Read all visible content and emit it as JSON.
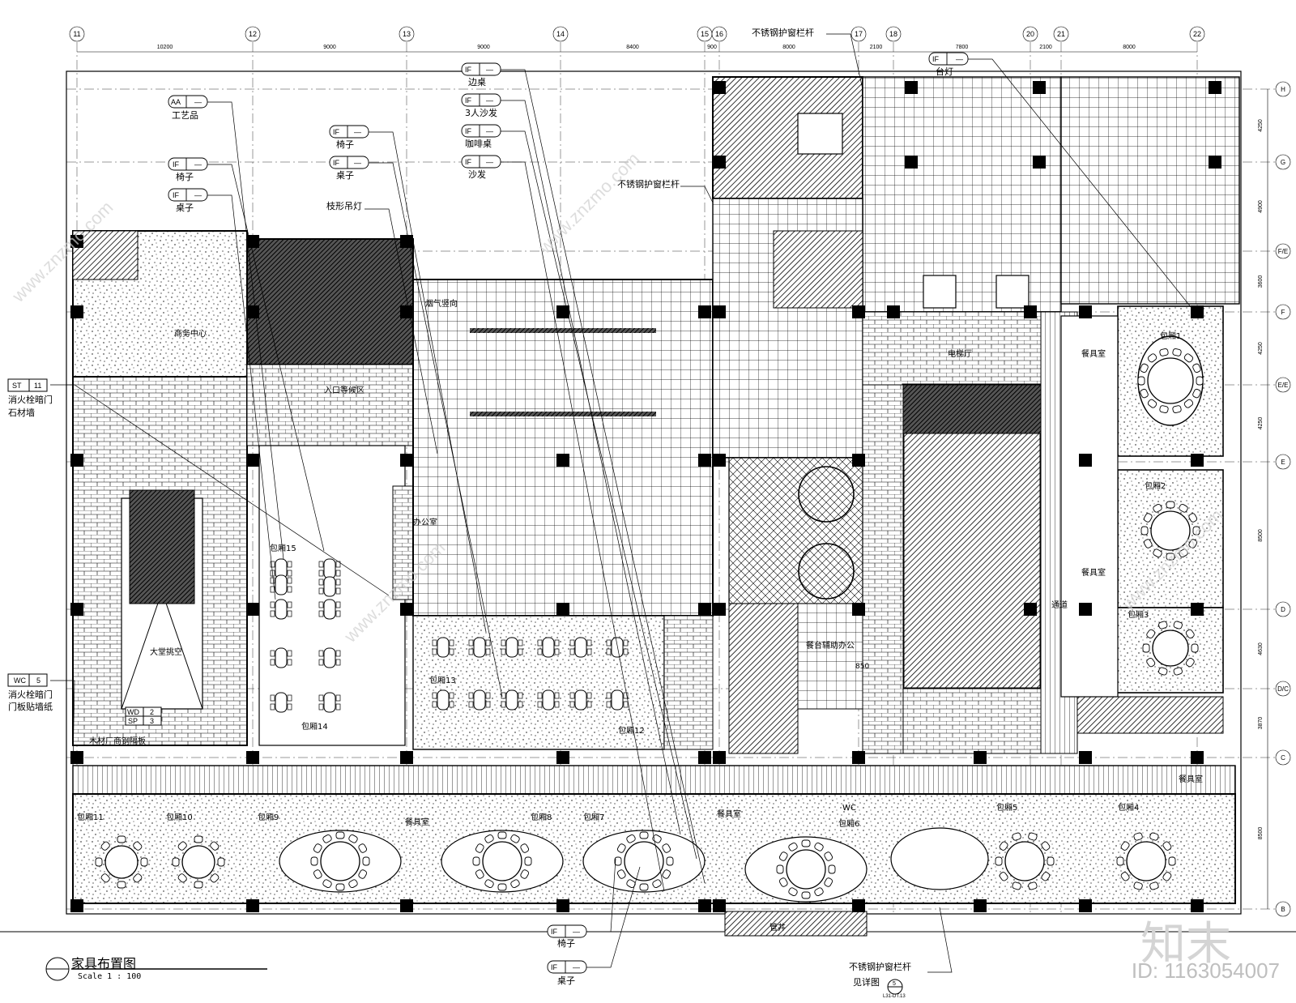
{
  "grid": {
    "columns": [
      "11",
      "12",
      "13",
      "14",
      "15",
      "16",
      "17",
      "18",
      "20",
      "21",
      "22"
    ],
    "dimensions": [
      "10200",
      "9000",
      "9000",
      "8400",
      "900",
      "8000",
      "2100",
      "7800",
      "2100",
      "8000"
    ],
    "rows": [
      "H",
      "G",
      "F/E",
      "F",
      "E/E",
      "E",
      "D",
      "D/C",
      "C",
      "B"
    ],
    "row_dims": [
      "4250",
      "4900",
      "3600",
      "4250",
      "4250",
      "8500",
      "4630",
      "3870",
      "8500"
    ]
  },
  "annotations": {
    "aa_gongyipin": {
      "code": "AA",
      "num": "—",
      "label": "工艺品"
    },
    "if_yizi_left": {
      "code": "IF",
      "num": "—",
      "label": "椅子"
    },
    "if_zhuozi_left": {
      "code": "IF",
      "num": "—",
      "label": "桌子"
    },
    "if_yizi_mid": {
      "code": "IF",
      "num": "—",
      "label": "椅子"
    },
    "if_zhuozi_mid": {
      "code": "IF",
      "num": "—",
      "label": "桌子"
    },
    "zhixing_diaodeng": {
      "label": "枝形吊灯"
    },
    "if_bianzhuo": {
      "code": "IF",
      "num": "—",
      "label": "边桌"
    },
    "if_sanren_shafa": {
      "code": "IF",
      "num": "—",
      "label": "3人沙发"
    },
    "if_kafeizhuo": {
      "code": "IF",
      "num": "—",
      "label": "咖啡桌"
    },
    "if_shafa": {
      "code": "IF",
      "num": "—",
      "label": "沙发"
    },
    "buxiugang_top": {
      "label": "不锈钢护窗栏杆"
    },
    "buxiugang_mid": {
      "label": "不锈钢护窗栏杆"
    },
    "if_taideng": {
      "code": "IF",
      "num": "—",
      "label": "台灯"
    },
    "st_xiaohuoshuan": {
      "code": "ST",
      "num": "11",
      "line1": "消火栓暗门",
      "line2": "石材墙"
    },
    "wc_xiaohuoshuan": {
      "code": "WC",
      "num": "5",
      "line1": "消火栓暗门",
      "line2": "门板贴墙纸"
    },
    "if_yizi_bottom": {
      "code": "IF",
      "num": "—",
      "label": "椅子"
    },
    "if_zhuozi_bottom": {
      "code": "IF",
      "num": "—",
      "label": "桌子"
    },
    "buxiugang_bottom": {
      "line1": "不锈钢护窗栏杆",
      "line2": "见详图",
      "detail_num": "5",
      "detail_sheet": "L31-DT.13"
    }
  },
  "rooms": {
    "shangwu": "商务中心",
    "rukou": "入口等候区",
    "bangongshi": "办公室",
    "datang": "大堂挑空",
    "baoxiang15": "包厢15",
    "baoxiang14": "包厢14",
    "baoxiang13": "包厢13",
    "baoxiang12": "包厢12",
    "baoxiang11": "包厢11",
    "baoxiang10": "包厢10",
    "baoxiang9": "包厢9",
    "baoxiang8": "包厢8",
    "baoxiang7": "包厢7",
    "baoxiang6": "包厢6",
    "baoxiang5": "包厢5",
    "baoxiang4": "包厢4",
    "baoxiang3": "包厢3",
    "baoxiang2": "包厢2",
    "baoxiang1": "包厢1",
    "canjushi": "餐具室",
    "diantiting": "电梯厅",
    "tongdao": "通道",
    "wc": "WC",
    "huiyi": "餐台辅助办公",
    "yanjing": "烟气竖向",
    "mucai": "木材厂商钢隔板",
    "guanjing": "管井"
  },
  "tags_wd": {
    "wd": "WD",
    "wd_num": "2",
    "sp": "SP",
    "sp_num": "3"
  },
  "elev": "850",
  "title": {
    "name": "家具布置图",
    "scale": "Scale 1 : 100"
  },
  "id_text": "ID: 1163054007",
  "brand": "知末",
  "watermark": "www.znzmo.com",
  "colors": {
    "line": "#000000",
    "hatch": "#333333",
    "watermark": "#cfcfcf"
  }
}
